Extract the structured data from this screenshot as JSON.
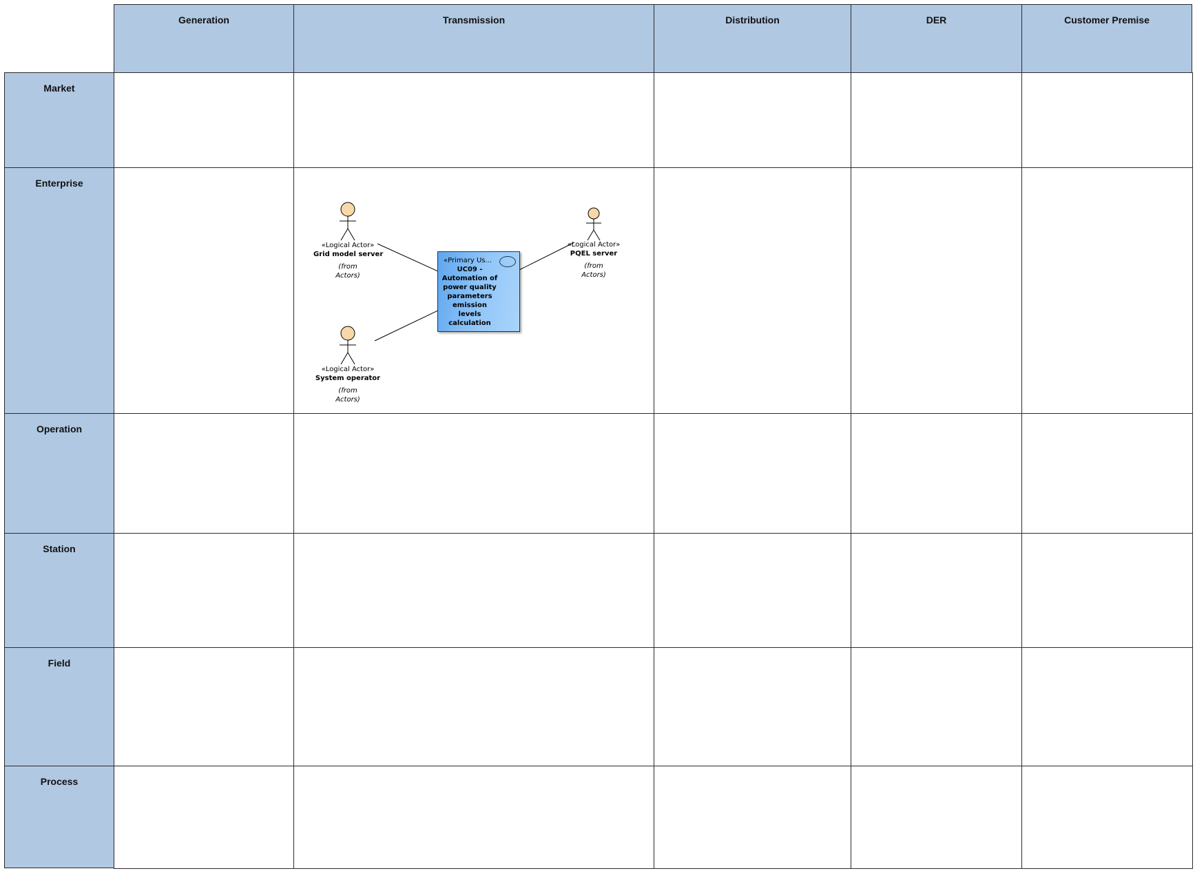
{
  "columns": [
    "Generation",
    "Transmission",
    "Distribution",
    "DER",
    "Customer Premise"
  ],
  "rows": [
    "Market",
    "Enterprise",
    "Operation",
    "Station",
    "Field",
    "Process"
  ],
  "actors": [
    {
      "stereotype": "«Logical Actor»",
      "name": "Grid model server",
      "from": "(from\nActors)"
    },
    {
      "stereotype": "«Logical Actor»",
      "name": "PQEL server",
      "from": "(from\nActors)"
    },
    {
      "stereotype": "«Logical Actor»",
      "name": "System operator",
      "from": "(from\nActors)"
    }
  ],
  "use_case": {
    "stereotype": "«Primary Us...",
    "title": "UC09 -\nAutomation of\npower quality\nparameters\nemission levels\ncalculation"
  },
  "colors": {
    "header_fill": "#b0c8e2",
    "actor_head": "#f8d8a8",
    "use_case_fill": "#93c7f8"
  }
}
